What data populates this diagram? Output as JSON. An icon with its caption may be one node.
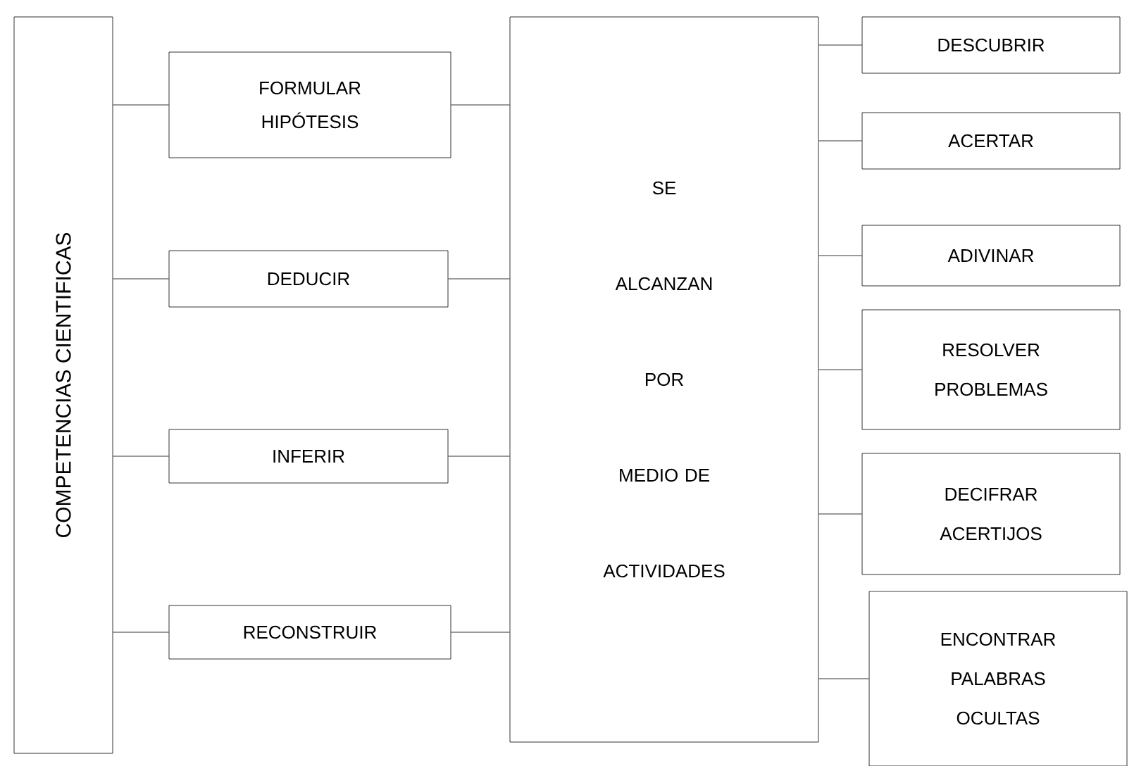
{
  "diagram": {
    "nodes": [
      {
        "text": [
          "COMPETENCIAS CIENTIFICAS"
        ]
      },
      {
        "text": [
          "FORMULAR HIPÓTESIS"
        ]
      },
      {
        "text": [
          "DEDUCIR"
        ]
      },
      {
        "text": [
          "INFERIR"
        ]
      },
      {
        "text": [
          "RECONSTRUIR"
        ]
      },
      {
        "text": [
          "SE ALCANZAN POR MEDIO DE ACTIVIDADES"
        ]
      },
      {
        "text": [
          "DESCUBRIR"
        ]
      },
      {
        "text": [
          "ACERTAR"
        ]
      },
      {
        "text": [
          "ADIVINAR"
        ]
      },
      {
        "text": [
          "RESOLVER PROBLEMAS"
        ]
      },
      {
        "text": [
          "DECIFRAR ACERTIJOS"
        ]
      },
      {
        "text": [
          "ENCONTRAR PALABRAS OCULTAS"
        ]
      }
    ],
    "edges": [
      {
        "from": 0,
        "to": 1,
        "arrow": "none"
      },
      {
        "from": 0,
        "to": 2,
        "arrow": "none"
      },
      {
        "from": 0,
        "to": 3,
        "arrow": "none"
      },
      {
        "from": 0,
        "to": 4,
        "arrow": "none"
      },
      {
        "from": 1,
        "to": 5,
        "arrow": "none"
      },
      {
        "from": 2,
        "to": 5,
        "arrow": "none"
      },
      {
        "from": 3,
        "to": 5,
        "arrow": "none"
      },
      {
        "from": 4,
        "to": 5,
        "arrow": "none"
      },
      {
        "from": 5,
        "to": 6,
        "arrow": "none"
      },
      {
        "from": 5,
        "to": 7,
        "arrow": "none"
      },
      {
        "from": 5,
        "to": 8,
        "arrow": "none"
      },
      {
        "from": 5,
        "to": 9,
        "arrow": "none"
      },
      {
        "from": 5,
        "to": 10,
        "arrow": "none"
      },
      {
        "from": 5,
        "to": 11,
        "arrow": "none"
      }
    ]
  }
}
